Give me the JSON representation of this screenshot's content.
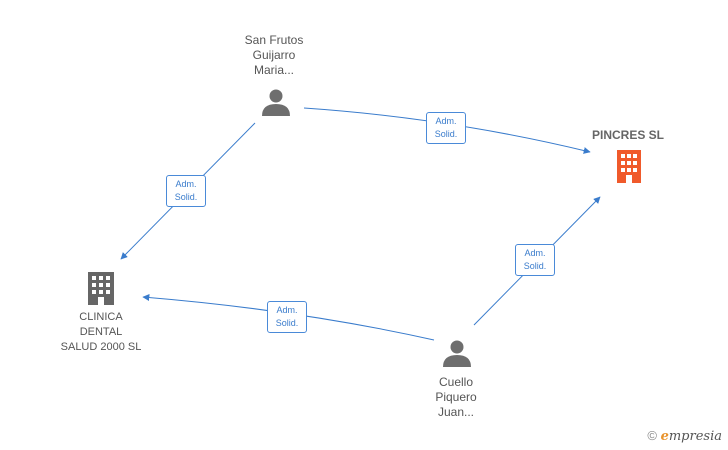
{
  "nodes": {
    "person_top": {
      "lines": [
        "San Frutos",
        "Guijarro",
        "Maria..."
      ]
    },
    "person_bottom": {
      "lines": [
        "Cuello",
        "Piquero",
        "Juan..."
      ]
    },
    "company_main": {
      "title": "PINCRES SL",
      "color": "#f05a2b"
    },
    "company_left": {
      "lines": [
        "CLINICA",
        "DENTAL",
        "SALUD 2000 SL"
      ],
      "color": "#666666"
    }
  },
  "edges": [
    {
      "from": "person_top",
      "to": "company_main",
      "label": [
        "Adm.",
        "Solid."
      ]
    },
    {
      "from": "person_top",
      "to": "company_left",
      "label": [
        "Adm.",
        "Solid."
      ]
    },
    {
      "from": "person_bottom",
      "to": "company_left",
      "label": [
        "Adm.",
        "Solid."
      ]
    },
    {
      "from": "person_bottom",
      "to": "company_main",
      "label": [
        "Adm.",
        "Solid."
      ]
    }
  ],
  "colors": {
    "edge": "#3a7ccc",
    "person_icon": "#6e6e6e"
  },
  "footer": {
    "copyright": "©",
    "brand_initial": "e",
    "brand_rest": "mpresia"
  }
}
